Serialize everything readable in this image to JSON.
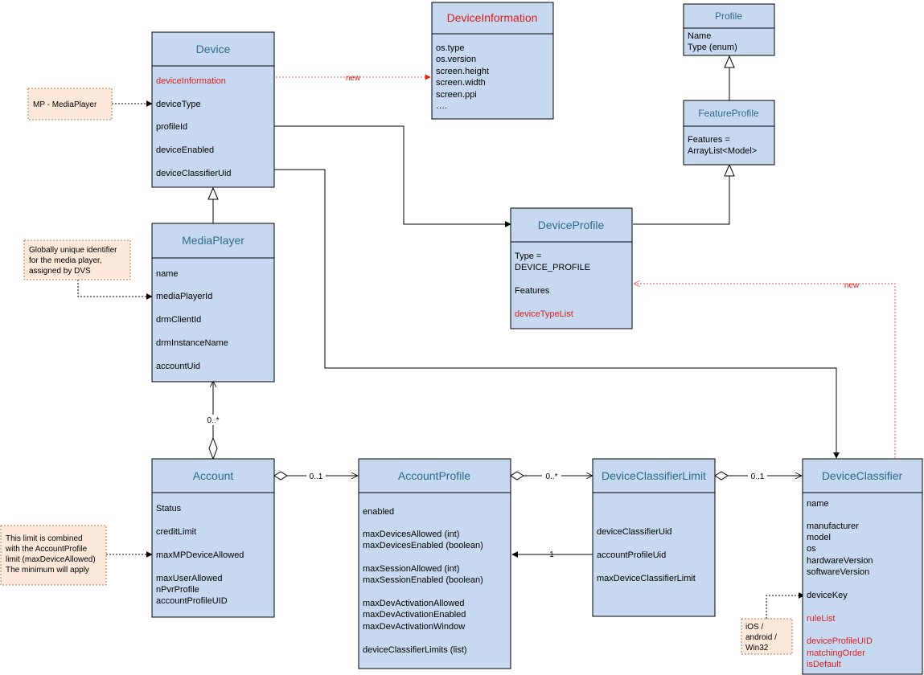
{
  "classes": {
    "device": {
      "title": "Device",
      "attrs": [
        "deviceInformation",
        "deviceType",
        "profileId",
        "deviceEnabled",
        "deviceClassifierUid"
      ]
    },
    "deviceInformation": {
      "title": "DeviceInformation",
      "attrs": [
        "os.type",
        "os.version",
        "screen.height",
        "screen.width",
        "screen.ppi",
        "…."
      ]
    },
    "profile": {
      "title": "Profile",
      "attrs": [
        "Name",
        "Type (enum)"
      ]
    },
    "featureProfile": {
      "title": "FeatureProfile",
      "attrs": [
        "Features =",
        "ArrayList<Model>"
      ]
    },
    "deviceProfile": {
      "title": "DeviceProfile",
      "attrs": [
        "Type =",
        "DEVICE_PROFILE",
        "Features",
        "deviceTypeList"
      ]
    },
    "mediaPlayer": {
      "title": "MediaPlayer",
      "attrs": [
        "name",
        "mediaPlayerId",
        "drmClientId",
        "drmInstanceName",
        "accountUid"
      ]
    },
    "account": {
      "title": "Account",
      "attrs": [
        "Status",
        "creditLimit",
        "maxMPDeviceAllowed",
        "maxUserAllowed",
        "nPvrProfile",
        "accountProfileUID"
      ]
    },
    "accountProfile": {
      "title": "AccountProfile",
      "attrs": [
        "enabled",
        "maxDevicesAllowed (int)",
        "maxDevicesEnabled (boolean)",
        "maxSessionAllowed (int)",
        "maxSessionEnabled (boolean)",
        "maxDevActivationAllowed",
        "maxDevActivationEnabled",
        "maxDevActivationWindow",
        "deviceClassifierLimits (list)"
      ]
    },
    "deviceClassifierLimit": {
      "title": "DeviceClassifierLimit",
      "attrs": [
        "deviceClassifierUid",
        "accountProfileUid",
        "maxDeviceClassifierLimit"
      ]
    },
    "deviceClassifier": {
      "title": "DeviceClassifier",
      "attrs": [
        "name",
        "manufacturer",
        "model",
        "os",
        "hardwareVersion",
        "softwareVersion",
        "deviceKey",
        "ruleList",
        "deviceProfileUID",
        "matchingOrder",
        "isDefault"
      ]
    }
  },
  "notes": {
    "mediaPlayerType": [
      "MP - MediaPlayer"
    ],
    "globalId": [
      "Globally unique identifier",
      "for the media player,",
      "assigned by DVS"
    ],
    "limit": [
      "This limit is combined",
      "with the AccountProfile",
      "limit (maxDeviceAllowed)",
      "The minimum will apply"
    ],
    "osList": [
      "iOS /",
      "android /",
      "Win32"
    ]
  },
  "labels": {
    "new_device_info": "new",
    "new_device_profile": "new",
    "mult_mediaplayer_account": "0..*",
    "mult_account_profile": "0..1",
    "mult_profile_limit": "0..*",
    "mult_limit_classifier": "0..1",
    "mult_limit_to_profile": "1"
  },
  "colors": {
    "class_fill": "#c6d9f0",
    "note_fill": "#fce9da",
    "title_text": "#2c6a8a",
    "new_highlight": "#d61f1f"
  }
}
